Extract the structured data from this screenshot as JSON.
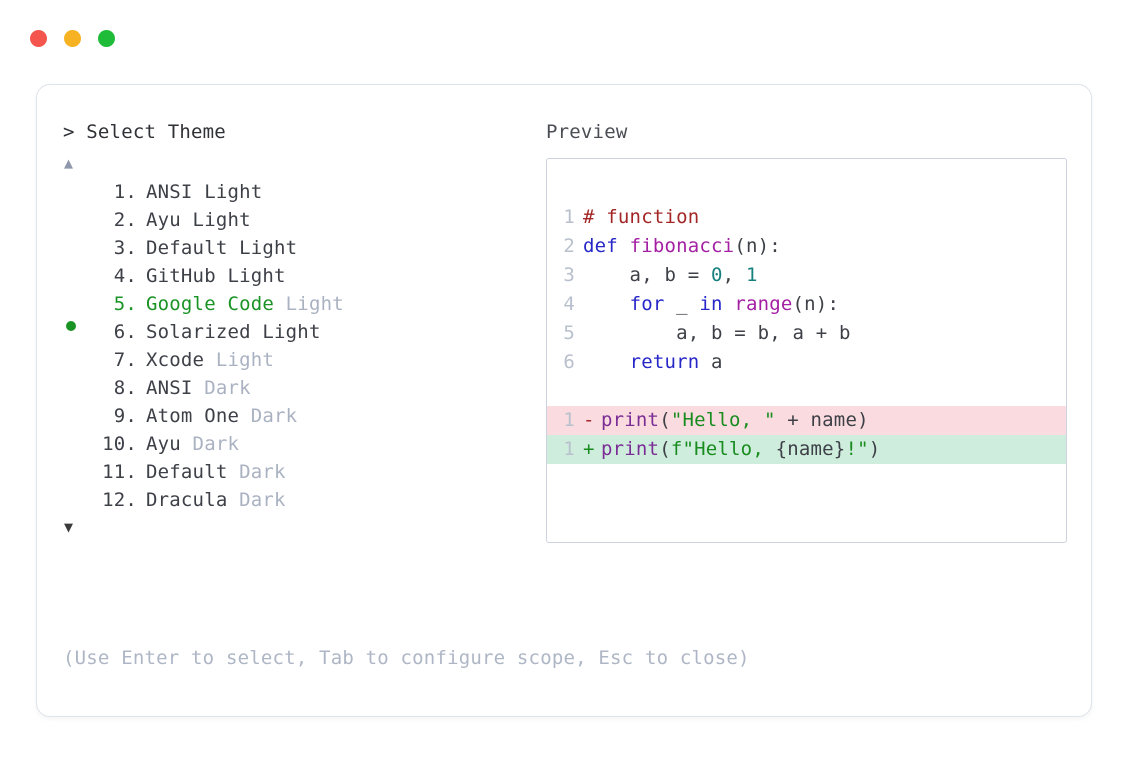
{
  "window": {
    "traffic_lights": [
      {
        "name": "close",
        "color": "#f4564e"
      },
      {
        "name": "minimize",
        "color": "#f6b222"
      },
      {
        "name": "maximize",
        "color": "#1fbc3a"
      }
    ]
  },
  "panel": {
    "prompt_caret": ">",
    "prompt_title": "Select Theme",
    "preview_label": "Preview",
    "scroll_up_glyph": "▲",
    "scroll_down_glyph": "▼",
    "selected_bullet_color": "#1a9325"
  },
  "themes": {
    "selected_index": 5,
    "items": [
      {
        "index": "1.",
        "name": "ANSI Light",
        "mode": "",
        "selected": false
      },
      {
        "index": "2.",
        "name": "Ayu Light",
        "mode": "",
        "selected": false
      },
      {
        "index": "3.",
        "name": "Default Light",
        "mode": "",
        "selected": false
      },
      {
        "index": "4.",
        "name": "GitHub Light",
        "mode": "",
        "selected": false
      },
      {
        "index": "5.",
        "name": "Google Code",
        "mode": " Light",
        "selected": true
      },
      {
        "index": "6.",
        "name": "Solarized Light",
        "mode": "",
        "selected": false
      },
      {
        "index": "7.",
        "name": "Xcode",
        "mode": " Light",
        "selected": false
      },
      {
        "index": "8.",
        "name": "ANSI",
        "mode": " Dark",
        "selected": false
      },
      {
        "index": "9.",
        "name": "Atom One",
        "mode": " Dark",
        "selected": false
      },
      {
        "index": "10.",
        "name": "Ayu",
        "mode": " Dark",
        "selected": false
      },
      {
        "index": "11.",
        "name": "Default",
        "mode": " Dark",
        "selected": false
      },
      {
        "index": "12.",
        "name": "Dracula",
        "mode": " Dark",
        "selected": false
      }
    ]
  },
  "preview": {
    "code_lines": [
      {
        "gutter": "1",
        "tokens": [
          {
            "t": "# function",
            "c": "tok-comment"
          }
        ]
      },
      {
        "gutter": "2",
        "tokens": [
          {
            "t": "def ",
            "c": "tok-kw"
          },
          {
            "t": "fibonacci",
            "c": "tok-fn"
          },
          {
            "t": "(n):",
            "c": "tok-punct"
          }
        ]
      },
      {
        "gutter": "3",
        "tokens": [
          {
            "t": "    a, b = ",
            "c": "tok-plain"
          },
          {
            "t": "0",
            "c": "tok-num"
          },
          {
            "t": ", ",
            "c": "tok-plain"
          },
          {
            "t": "1",
            "c": "tok-num"
          }
        ]
      },
      {
        "gutter": "4",
        "tokens": [
          {
            "t": "    ",
            "c": "tok-plain"
          },
          {
            "t": "for",
            "c": "tok-kw"
          },
          {
            "t": " _ ",
            "c": "tok-plain"
          },
          {
            "t": "in",
            "c": "tok-kw"
          },
          {
            "t": " ",
            "c": "tok-plain"
          },
          {
            "t": "range",
            "c": "tok-fn"
          },
          {
            "t": "(n):",
            "c": "tok-punct"
          }
        ]
      },
      {
        "gutter": "5",
        "tokens": [
          {
            "t": "        a, b = b, a + b",
            "c": "tok-plain"
          }
        ]
      },
      {
        "gutter": "6",
        "tokens": [
          {
            "t": "    ",
            "c": "tok-plain"
          },
          {
            "t": "return",
            "c": "tok-kw"
          },
          {
            "t": " a",
            "c": "tok-plain"
          }
        ]
      }
    ],
    "diff_lines": [
      {
        "kind": "del",
        "gutter": "1",
        "sign": "-",
        "tokens": [
          {
            "t": "print",
            "c": "tok-call"
          },
          {
            "t": "(",
            "c": "tok-punct"
          },
          {
            "t": "\"Hello, \"",
            "c": "tok-str"
          },
          {
            "t": " + name)",
            "c": "tok-plain"
          }
        ]
      },
      {
        "kind": "add",
        "gutter": "1",
        "sign": "+",
        "tokens": [
          {
            "t": "print",
            "c": "tok-call"
          },
          {
            "t": "(",
            "c": "tok-punct"
          },
          {
            "t": "f\"Hello, ",
            "c": "tok-str"
          },
          {
            "t": "{name}",
            "c": "tok-plain"
          },
          {
            "t": "!\"",
            "c": "tok-str"
          },
          {
            "t": ")",
            "c": "tok-punct"
          }
        ]
      }
    ]
  },
  "footer": {
    "hint": "(Use Enter to select, Tab to configure scope, Esc to close)"
  }
}
